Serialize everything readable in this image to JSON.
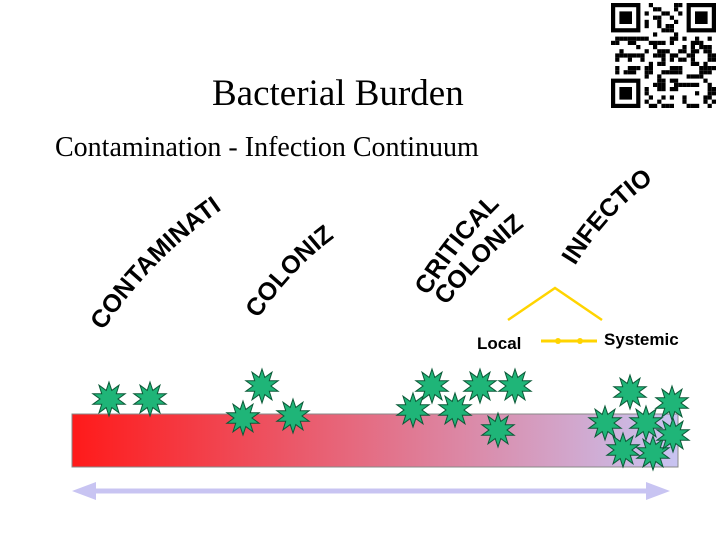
{
  "title": "Bacterial Burden",
  "subtitle": "Contamination - Infection Continuum",
  "stages": [
    {
      "id": "contamination",
      "text": "CONTAMINATION"
    },
    {
      "id": "colonized",
      "text": "COLONIZED"
    },
    {
      "id": "critically-1",
      "text": "CRITICALLY"
    },
    {
      "id": "critically-2",
      "text": "COLONIZED"
    },
    {
      "id": "infection",
      "text": "INFECTION"
    }
  ],
  "branches": {
    "local": "Local",
    "systemic": "Systemic"
  },
  "colors": {
    "bar_start": "#ff1a1a",
    "bar_end": "#c8c4f2",
    "bacteria_fill": "#1fb578",
    "bacteria_stroke": "#0c5a38",
    "arrow": "#c8c4f2",
    "connector": "#ffd400",
    "text": "#000000"
  }
}
